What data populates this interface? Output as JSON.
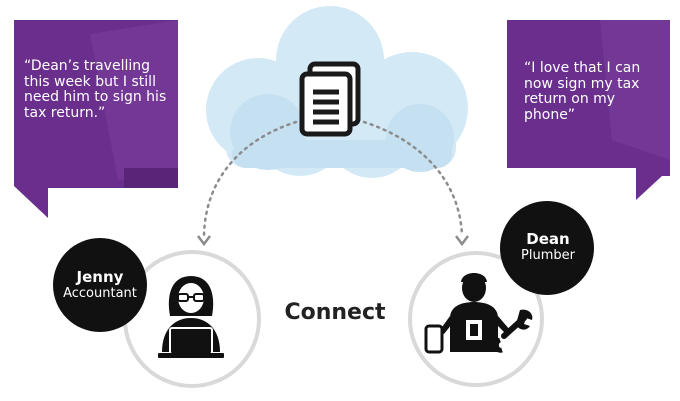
{
  "quotes": {
    "left": "“Dean’s travelling this week but I still need him to sign his tax return.”",
    "right": "“I love that I can now sign my tax return on my phone”"
  },
  "people": {
    "jenny": {
      "name": "Jenny",
      "role": "Accountant"
    },
    "dean": {
      "name": "Dean",
      "role": "Plumber"
    }
  },
  "center_label": "Connect",
  "icons": [
    "documents-icon",
    "cloud-icon",
    "accountant-laptop-icon",
    "plumber-tools-icon"
  ],
  "colors": {
    "purple": "#6a2e8c",
    "purple_light": "#7f4aa0",
    "cloud": "#cfe6f4",
    "cloud_light": "#e2f1fa",
    "badge": "#111111",
    "ring": "#d7d7d7",
    "dots": "#8c8c8c"
  }
}
